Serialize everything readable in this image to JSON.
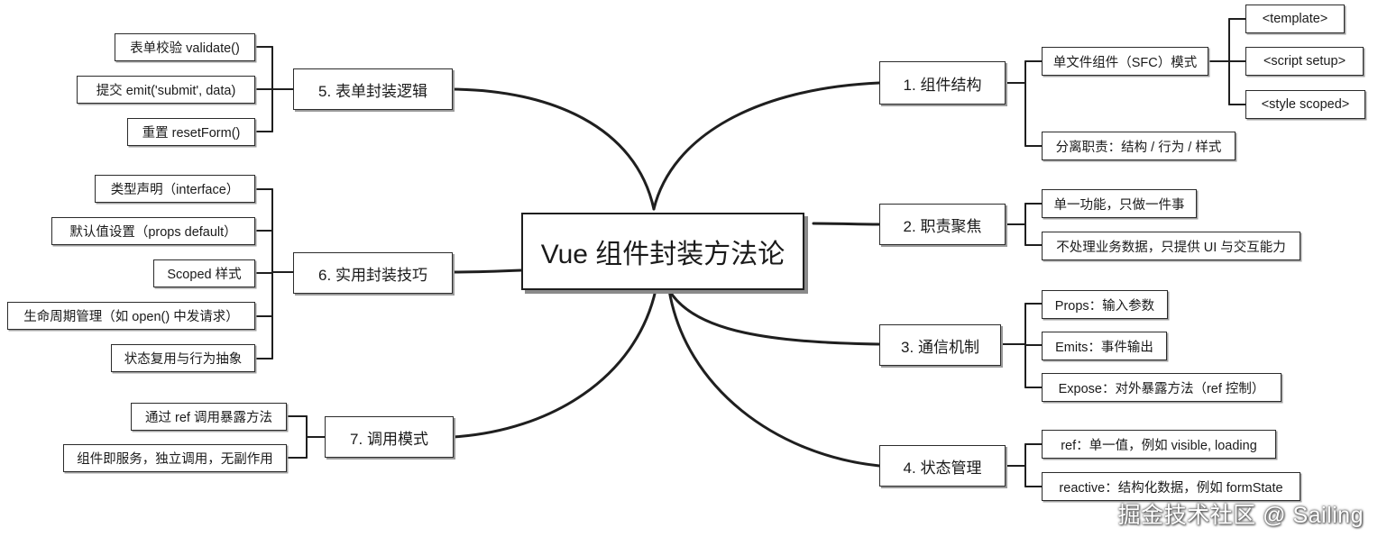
{
  "center": {
    "title": "Vue 组件封装方法论"
  },
  "right": {
    "b1": {
      "label": "1. 组件结构",
      "sfc": "单文件组件（SFC）模式",
      "sfc_children": [
        "<template>",
        "<script setup>",
        "<style scoped>"
      ],
      "separation": "分离职责：结构 / 行为 / 样式"
    },
    "b2": {
      "label": "2. 职责聚焦",
      "items": [
        "单一功能，只做一件事",
        "不处理业务数据，只提供 UI 与交互能力"
      ]
    },
    "b3": {
      "label": "3. 通信机制",
      "items": [
        "Props：输入参数",
        "Emits：事件输出",
        "Expose：对外暴露方法（ref 控制）"
      ]
    },
    "b4": {
      "label": "4. 状态管理",
      "items": [
        "ref：单一值，例如 visible, loading",
        "reactive：结构化数据，例如 formState"
      ]
    }
  },
  "left": {
    "b5": {
      "label": "5. 表单封装逻辑",
      "items": [
        "表单校验 validate()",
        "提交 emit('submit', data)",
        "重置 resetForm()"
      ]
    },
    "b6": {
      "label": "6. 实用封装技巧",
      "items": [
        "类型声明（interface）",
        "默认值设置（props default）",
        "Scoped 样式",
        "生命周期管理（如 open() 中发请求）",
        "状态复用与行为抽象"
      ]
    },
    "b7": {
      "label": "7. 调用模式",
      "items": [
        "通过 ref 调用暴露方法",
        "组件即服务，独立调用，无副作用"
      ]
    }
  },
  "watermark": "掘金技术社区 @ Sailing",
  "colors": {
    "line": "#1f1f1f",
    "border": "#2b2b2b",
    "shadow": "#9a9a9a"
  }
}
